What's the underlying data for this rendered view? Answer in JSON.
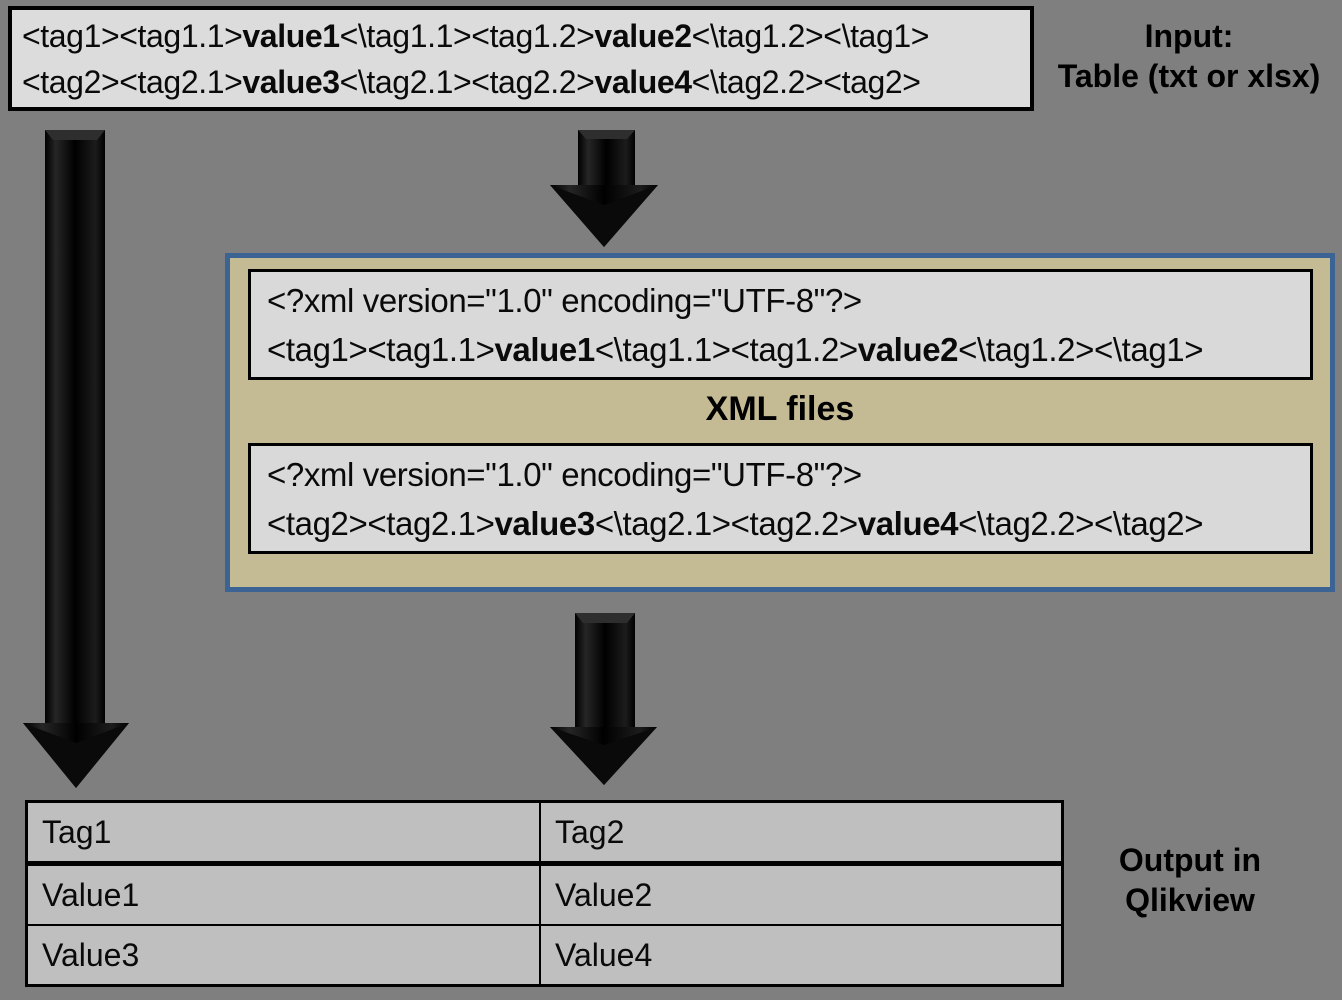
{
  "background_color": "#7f7f7f",
  "colors": {
    "input_box_fill": "#dcdcdc",
    "xml_inner_fill": "#d9d9d9",
    "xml_panel_fill": "#c4bb94",
    "xml_panel_border": "#3b6394",
    "table_cell_fill": "#bfbfbf",
    "arrow_fill": "#0a0a0a",
    "text": "#000000"
  },
  "input_box": {
    "lines": [
      [
        {
          "t": "<tag1><tag1.1>"
        },
        {
          "t": "value1",
          "bold": true
        },
        {
          "t": "<\\tag1.1><tag1.2>"
        },
        {
          "t": "value2",
          "bold": true
        },
        {
          "t": "<\\tag1.2><\\tag1>"
        }
      ],
      [
        {
          "t": "<tag2><tag2.1>"
        },
        {
          "t": "value3",
          "bold": true
        },
        {
          "t": "<\\tag2.1><tag2.2>"
        },
        {
          "t": "value4",
          "bold": true
        },
        {
          "t": "<\\tag2.2><tag2>"
        }
      ]
    ]
  },
  "input_label": {
    "line1": "Input:",
    "line2": "Table (txt or xlsx)"
  },
  "xml_panel": {
    "label": "XML files",
    "file1_lines": [
      [
        {
          "t": "<?xml version=\"1.0\" encoding=\"UTF-8\"?>"
        }
      ],
      [
        {
          "t": "<tag1><tag1.1>"
        },
        {
          "t": "value1",
          "bold": true
        },
        {
          "t": "<\\tag1.1><tag1.2>"
        },
        {
          "t": "value2",
          "bold": true
        },
        {
          "t": "<\\tag1.2><\\tag1>"
        }
      ]
    ],
    "file2_lines": [
      [
        {
          "t": "<?xml version=\"1.0\" encoding=\"UTF-8\"?>"
        }
      ],
      [
        {
          "t": "<tag2><tag2.1>"
        },
        {
          "t": "value3",
          "bold": true
        },
        {
          "t": "<\\tag2.1><tag2.2>"
        },
        {
          "t": "value4",
          "bold": true
        },
        {
          "t": "<\\tag2.2><\\tag2>"
        }
      ]
    ]
  },
  "output_label": {
    "line1": "Output in",
    "line2": "Qlikview"
  },
  "output_table": {
    "header": [
      "Tag1",
      "Tag2"
    ],
    "rows": [
      [
        "Value1",
        "Value2"
      ],
      [
        "Value3",
        "Value4"
      ]
    ]
  }
}
